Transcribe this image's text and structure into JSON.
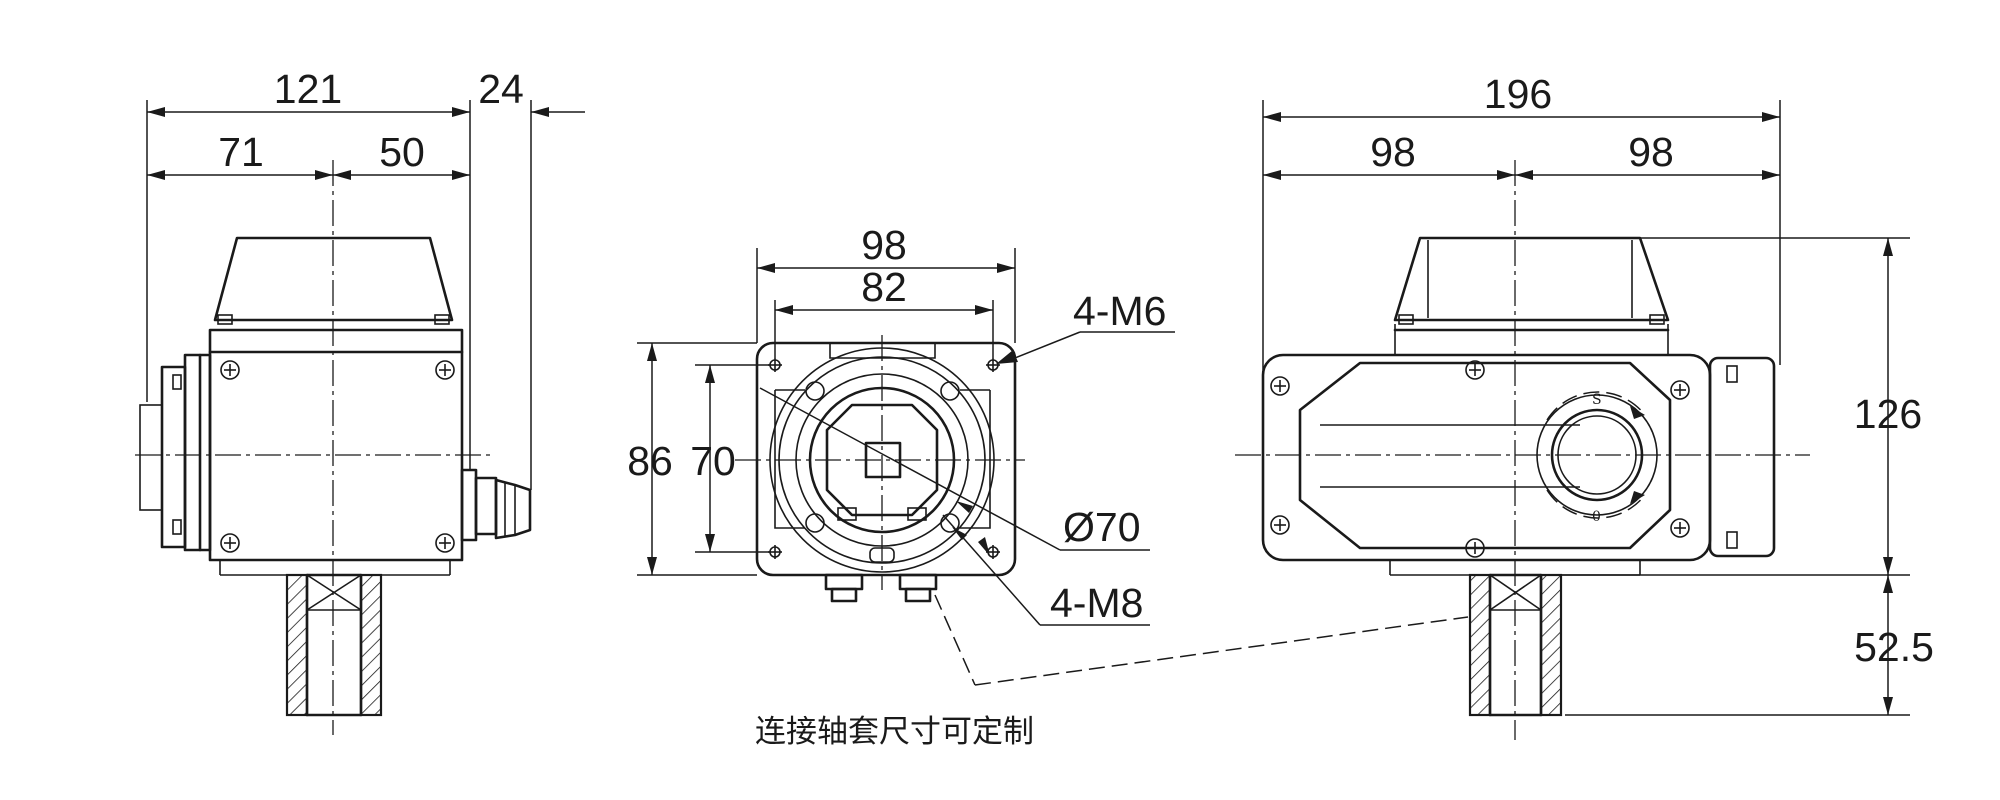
{
  "side_view": {
    "dims": {
      "overall": "121",
      "offset": "24",
      "left": "71",
      "right": "50"
    }
  },
  "flange_view": {
    "dims": {
      "outer_width": "98",
      "bolt_width": "82",
      "outer_height": "86",
      "bolt_height": "70"
    },
    "callouts": {
      "top_bolts": "4-M6",
      "diameter": "Ø70",
      "bottom_bolts": "4-M8"
    }
  },
  "front_view": {
    "dims": {
      "overall": "196",
      "left": "98",
      "right": "98",
      "body_height": "126",
      "shaft_height": "52.5"
    },
    "indicator": {
      "open_mark": "S",
      "close_mark": "0"
    }
  },
  "note": {
    "text": "连接轴套尺寸可定制"
  }
}
